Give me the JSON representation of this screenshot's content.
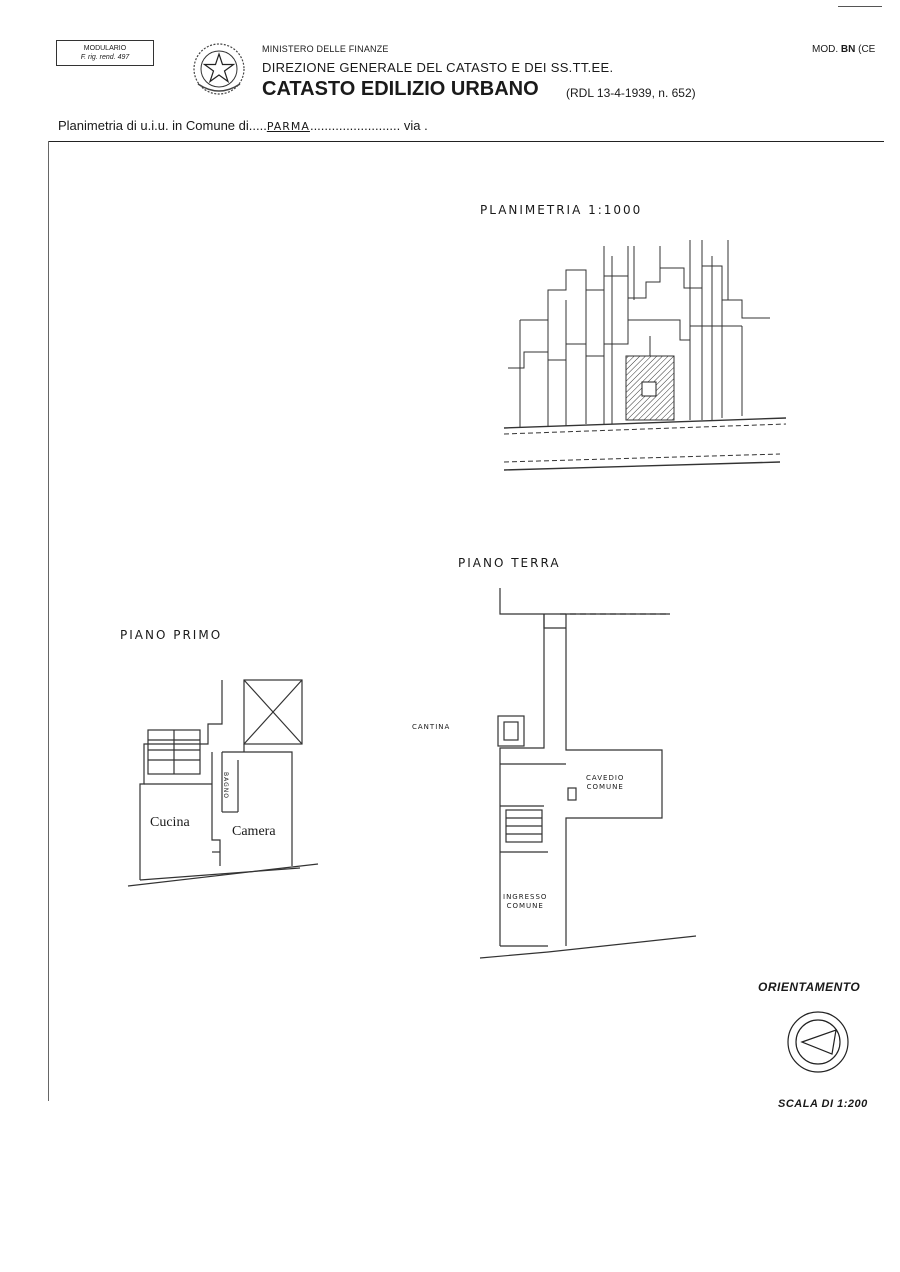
{
  "header": {
    "modulario_line1": "MODULARIO",
    "modulario_line2": "F. rig. rend. 497",
    "ministry": "MINISTERO DELLE FINANZE",
    "direction": "DIREZIONE GENERALE DEL CATASTO E DEI SS.TT.EE.",
    "title": "CATASTO EDILIZIO URBANO",
    "title_ref": "(RDL 13-4-1939, n. 652)",
    "mod_prefix": "MOD.",
    "mod_code": "BN",
    "mod_suffix": "(CE"
  },
  "plan_line": {
    "prefix": "Planimetria di u.i.u. in Comune di.....",
    "comune": "PARMA",
    "dots": ".........................",
    "via": "via ."
  },
  "drawings": {
    "site_plan_label": "PLANIMETRIA  1:1000",
    "ground_floor_label": "PIANO  TERRA",
    "first_floor_label": "PIANO  PRIMO",
    "cantina_label": "CANTINA",
    "cavedio_line1": "CAVEDIO",
    "cavedio_line2": "COMUNE",
    "ingresso_line1": "INGRESSO",
    "ingresso_line2": "COMUNE",
    "cucina_label": "Cucina",
    "camera_label": "Camera",
    "bagno_label": "BAGNO"
  },
  "footer": {
    "orientamento": "ORIENTAMENTO",
    "scala": "SCALA DI 1:200"
  },
  "colors": {
    "ink": "#1a1a1a",
    "line": "#333333"
  }
}
